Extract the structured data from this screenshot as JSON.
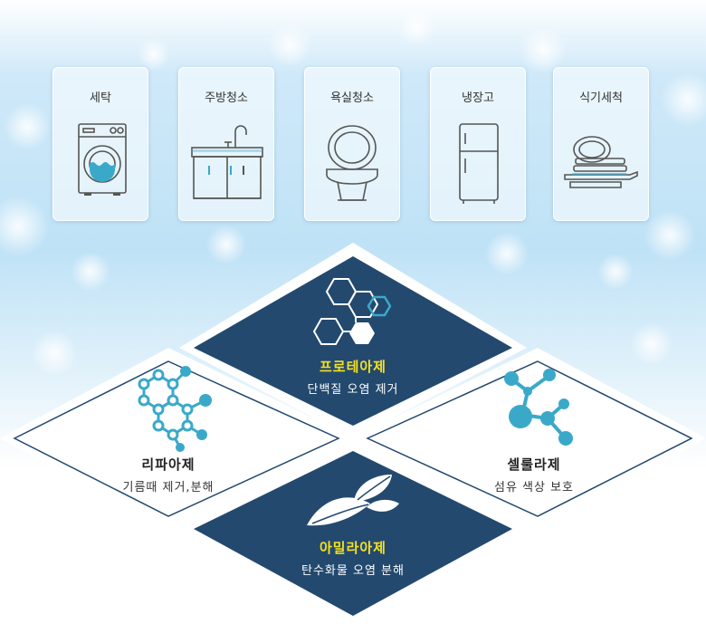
{
  "categories": [
    {
      "label": "세탁",
      "icon": "washing-machine-icon"
    },
    {
      "label": "주방청소",
      "icon": "kitchen-sink-icon"
    },
    {
      "label": "욕실청소",
      "icon": "toilet-icon"
    },
    {
      "label": "냉장고",
      "icon": "refrigerator-icon"
    },
    {
      "label": "식기세척",
      "icon": "dishes-icon"
    }
  ],
  "enzymes": {
    "protease": {
      "name": "프로테아제",
      "desc": "단백질 오염 제거",
      "icon": "hexagon-molecule-icon"
    },
    "lipase": {
      "name": "리파아제",
      "desc": "기름때 제거,분해",
      "icon": "hexagon-lattice-molecule-icon"
    },
    "cellulase": {
      "name": "셀룰라제",
      "desc": "섬유 색상 보호",
      "icon": "branched-molecule-icon"
    },
    "amylase": {
      "name": "아밀라아제",
      "desc": "탄수화물 오염 분해",
      "icon": "leaves-icon"
    }
  },
  "colors": {
    "navy": "#23496f",
    "cyan": "#3aa9c9",
    "highlight_yellow": "#f5e21d",
    "sky": "#bfe3f7"
  }
}
